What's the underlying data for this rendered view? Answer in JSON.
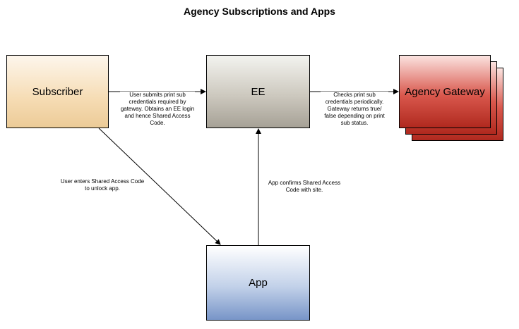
{
  "title": "Agency Subscriptions and Apps",
  "nodes": {
    "subscriber": "Subscriber",
    "ee": "EE",
    "agency_gateway": "Agency Gateway",
    "app": "App"
  },
  "notes": {
    "subscriber_to_ee": "User submits print sub credentials required by gateway. Obtains an EE login and hence Shared Access Code.",
    "ee_to_gateway": "Checks print sub credentials periodically. Gateway returns true/ false depending on print sub status.",
    "subscriber_to_app": "User enters Shared Access Code to unlock app.",
    "app_to_ee": "App confirms Shared Access Code with site."
  },
  "colors": {
    "subscriber": "#f6dcb4",
    "ee": "#cdc9bf",
    "agency_gateway": "#d9584d",
    "app": "#7895c8"
  }
}
